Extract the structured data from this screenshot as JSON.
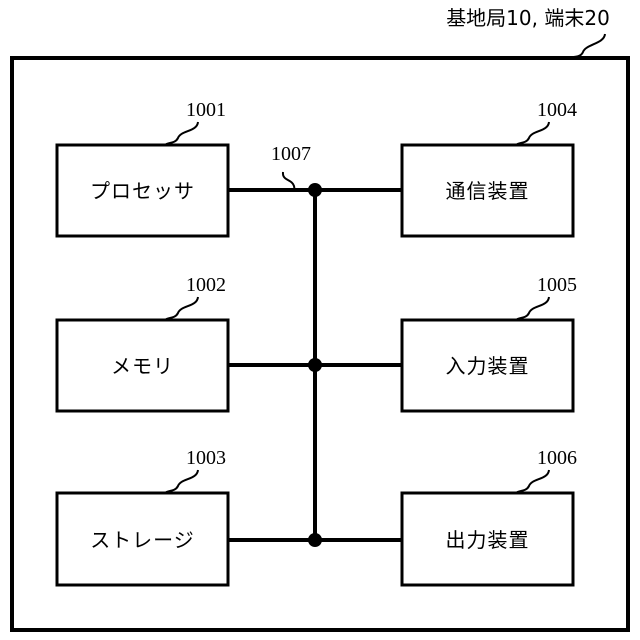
{
  "figure": {
    "title": "基地局10, 端末20",
    "outer_frame_label": "device-enclosure",
    "bus": {
      "ref": "1007",
      "name": "bus"
    },
    "blocks": [
      {
        "id": "processor",
        "label": "プロセッサ",
        "ref": "1001",
        "column": "left",
        "row": 1
      },
      {
        "id": "memory",
        "label": "メモリ",
        "ref": "1002",
        "column": "left",
        "row": 2
      },
      {
        "id": "storage",
        "label": "ストレージ",
        "ref": "1003",
        "column": "left",
        "row": 3
      },
      {
        "id": "communication",
        "label": "通信装置",
        "ref": "1004",
        "column": "right",
        "row": 1
      },
      {
        "id": "input",
        "label": "入力装置",
        "ref": "1005",
        "column": "right",
        "row": 2
      },
      {
        "id": "output",
        "label": "出力装置",
        "ref": "1006",
        "column": "right",
        "row": 3
      }
    ]
  },
  "colors": {
    "stroke": "#000000",
    "background": "#ffffff"
  }
}
